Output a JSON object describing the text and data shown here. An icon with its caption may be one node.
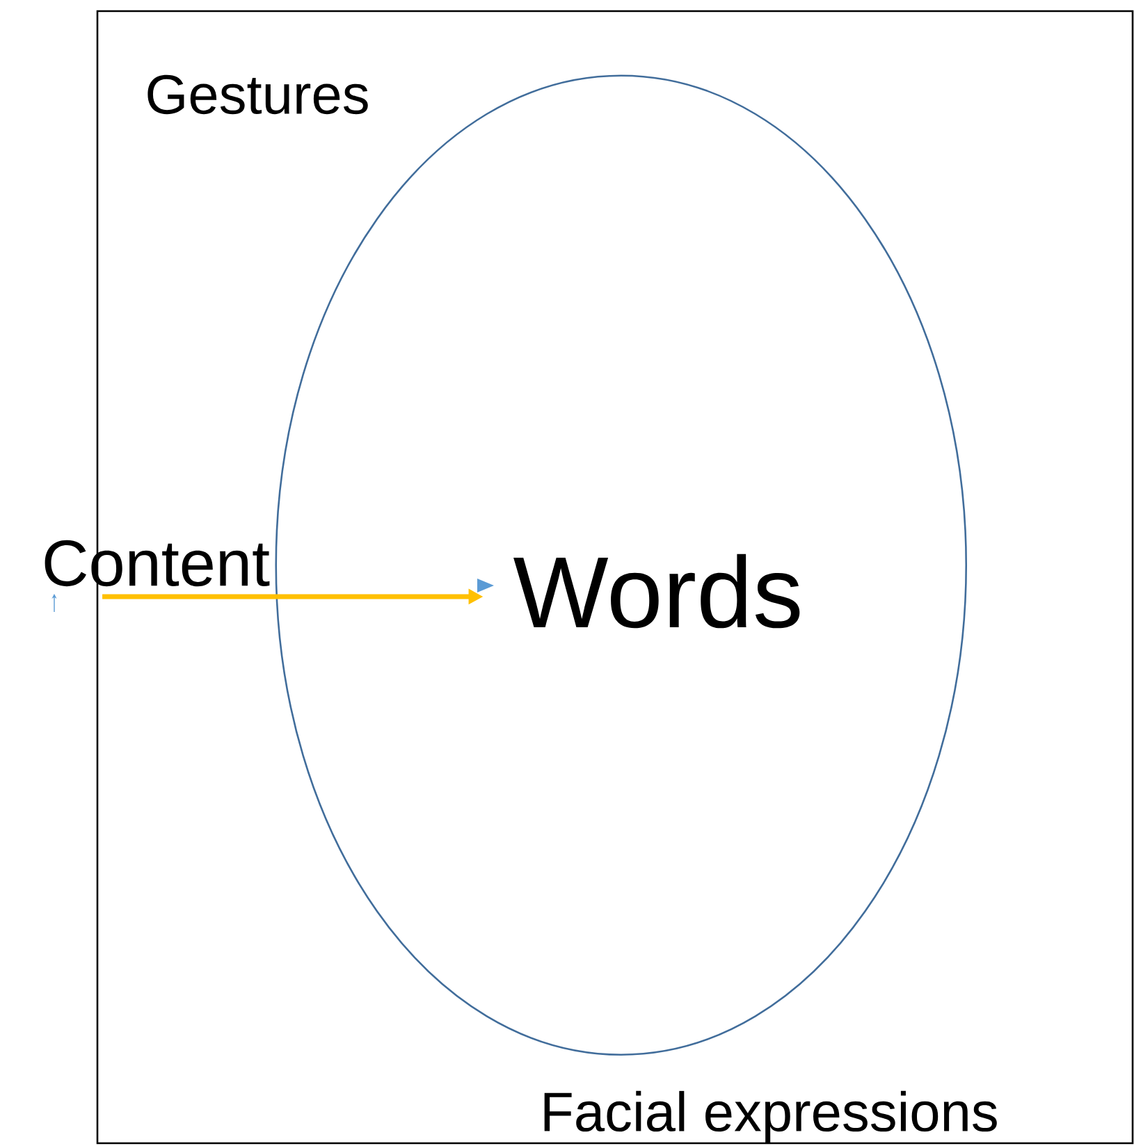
{
  "diagram": {
    "nodes": [
      {
        "text": [
          "Gestures",
          "Facial expressions"
        ]
      },
      {
        "text": [
          "Words"
        ],
        "in": 0
      },
      {
        "text": [
          "Content"
        ]
      }
    ],
    "edges": [
      {
        "from": 2,
        "to": 1,
        "arrow": "to",
        "color": "#ffc000"
      }
    ]
  }
}
